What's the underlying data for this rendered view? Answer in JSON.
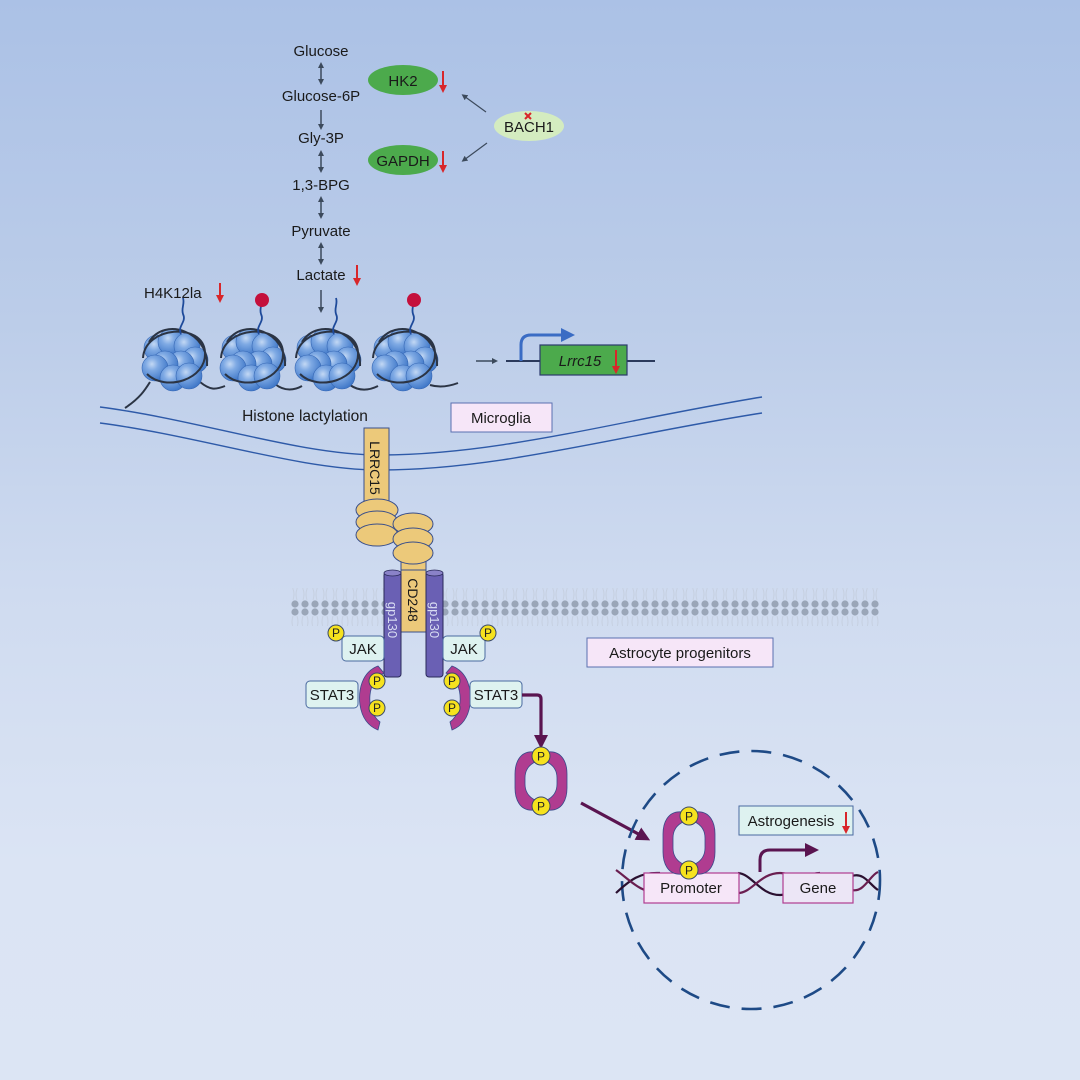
{
  "glycolysis": {
    "metabolites": [
      "Glucose",
      "Glucose-6P",
      "Gly-3P",
      "1,3-BPG",
      "Pyruvate",
      "Lactate"
    ],
    "enzymes": [
      {
        "name": "HK2",
        "trend": "down"
      },
      {
        "name": "GAPDH",
        "trend": "down"
      }
    ],
    "regulator": {
      "name": "BACH1",
      "status": "knocked-out"
    },
    "lactate_trend": "down"
  },
  "chromatin": {
    "mark_label": "H4K12la",
    "mark_trend": "down",
    "caption": "Histone lactylation",
    "nucleosome_count": 4
  },
  "gene": {
    "name": "Lrrc15",
    "trend": "down"
  },
  "cells": {
    "microglia": "Microglia",
    "astrocyte": "Astrocyte progenitors"
  },
  "receptor_complex": {
    "ligand": "LRRC15",
    "coreceptor": "CD248",
    "receptor_left": "gp130",
    "receptor_right": "gp130",
    "kinase_left": "JAK",
    "kinase_right": "JAK",
    "tf_left": "STAT3",
    "tf_right": "STAT3",
    "phospho": "P"
  },
  "nucleus": {
    "promoter": "Promoter",
    "gene": "Gene",
    "outcome": "Astrogenesis",
    "outcome_trend": "down"
  },
  "colors": {
    "enzyme_green": "#4caa4c",
    "bach1_fill": "#d4ecc0",
    "down_arrow": "#d8262a",
    "lactyl_dot": "#c4103c",
    "nucleosome_blue": "#5a8fd6",
    "ligand_gold": "#ecc97a",
    "receptor_purple": "#6a60b4",
    "stat_magenta": "#b03c90",
    "phospho_yellow": "#f6e21e",
    "label_box_pink": "#f6e6f8",
    "label_box_teal": "#def2f0",
    "nucleus_dash": "#1e4a86",
    "signal_arrow": "#5a1450"
  }
}
